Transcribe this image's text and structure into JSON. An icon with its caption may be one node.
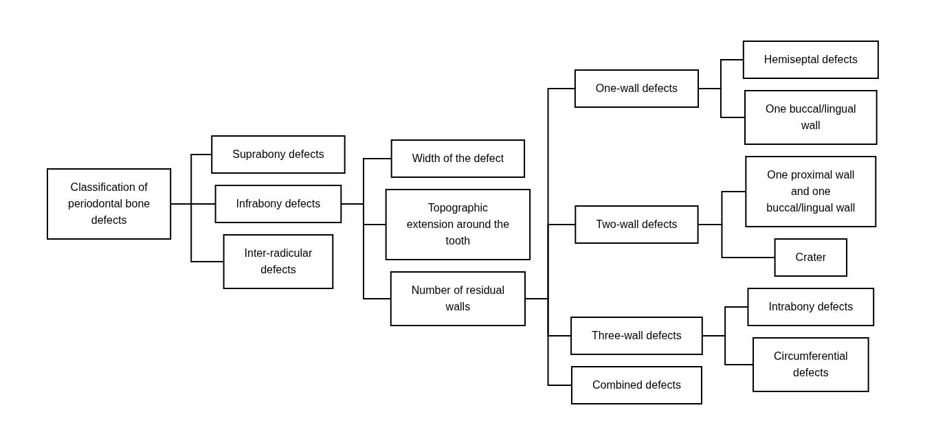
{
  "diagram": {
    "nodes": [
      {
        "text": [
          "Classification of periodontal bone defects"
        ]
      },
      {
        "text": [
          "Suprabony defects"
        ]
      },
      {
        "text": [
          "Infrabony defects"
        ]
      },
      {
        "text": [
          "Inter-radicular defects"
        ]
      },
      {
        "text": [
          "Width of the defect"
        ]
      },
      {
        "text": [
          "Topographic extension around the tooth"
        ]
      },
      {
        "text": [
          "Number of residual walls"
        ]
      },
      {
        "text": [
          "One-wall defects"
        ]
      },
      {
        "text": [
          "Two-wall defects"
        ]
      },
      {
        "text": [
          "Three-wall defects"
        ]
      },
      {
        "text": [
          "Combined defects"
        ]
      },
      {
        "text": [
          "Hemiseptal defects"
        ]
      },
      {
        "text": [
          "One buccal/lingual wall"
        ]
      },
      {
        "text": [
          "One proximal wall and one buccal/lingual wall"
        ]
      },
      {
        "text": [
          "Crater"
        ]
      },
      {
        "text": [
          "Intrabony defects"
        ]
      },
      {
        "text": [
          "Circumferential defects"
        ]
      }
    ],
    "edges": [
      {
        "from": 0,
        "to": 1,
        "arrow": "none"
      },
      {
        "from": 0,
        "to": 2,
        "arrow": "none"
      },
      {
        "from": 0,
        "to": 3,
        "arrow": "none"
      },
      {
        "from": 2,
        "to": 4,
        "arrow": "none"
      },
      {
        "from": 2,
        "to": 5,
        "arrow": "none"
      },
      {
        "from": 2,
        "to": 6,
        "arrow": "none"
      },
      {
        "from": 6,
        "to": 7,
        "arrow": "none"
      },
      {
        "from": 6,
        "to": 8,
        "arrow": "none"
      },
      {
        "from": 6,
        "to": 9,
        "arrow": "none"
      },
      {
        "from": 6,
        "to": 10,
        "arrow": "none"
      },
      {
        "from": 7,
        "to": 11,
        "arrow": "none"
      },
      {
        "from": 7,
        "to": 12,
        "arrow": "none"
      },
      {
        "from": 8,
        "to": 13,
        "arrow": "none"
      },
      {
        "from": 8,
        "to": 14,
        "arrow": "none"
      },
      {
        "from": 9,
        "to": 15,
        "arrow": "none"
      },
      {
        "from": 9,
        "to": 16,
        "arrow": "none"
      }
    ]
  }
}
